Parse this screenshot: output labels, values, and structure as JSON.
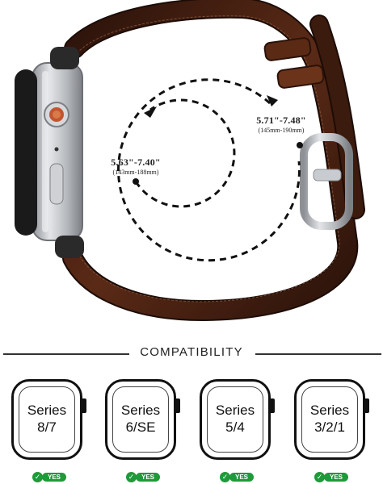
{
  "band_sizes": {
    "large": {
      "inches": "5.71\"-7.48\"",
      "mm": "(145mm-190mm)"
    },
    "small": {
      "inches": "5.63\"-7.40\"",
      "mm": "(143mm-188mm)"
    }
  },
  "compatibility": {
    "title": "COMPATIBILITY",
    "models": [
      {
        "line1": "Series",
        "line2": "8/7",
        "badge": "YES"
      },
      {
        "line1": "Series",
        "line2": "6/SE",
        "badge": "YES"
      },
      {
        "line1": "Series",
        "line2": "5/4",
        "badge": "YES"
      },
      {
        "line1": "Series",
        "line2": "3/2/1",
        "badge": "YES"
      }
    ]
  },
  "colors": {
    "leather": "#3a1a10",
    "leather_highlight": "#6b3420",
    "metal": "#b9bcc0",
    "accent_crown": "#c2552f",
    "badge_green": "#1e9a3a"
  },
  "icons": [
    "check-icon",
    "crown-icon",
    "buckle-icon",
    "watch-outline-icon"
  ]
}
